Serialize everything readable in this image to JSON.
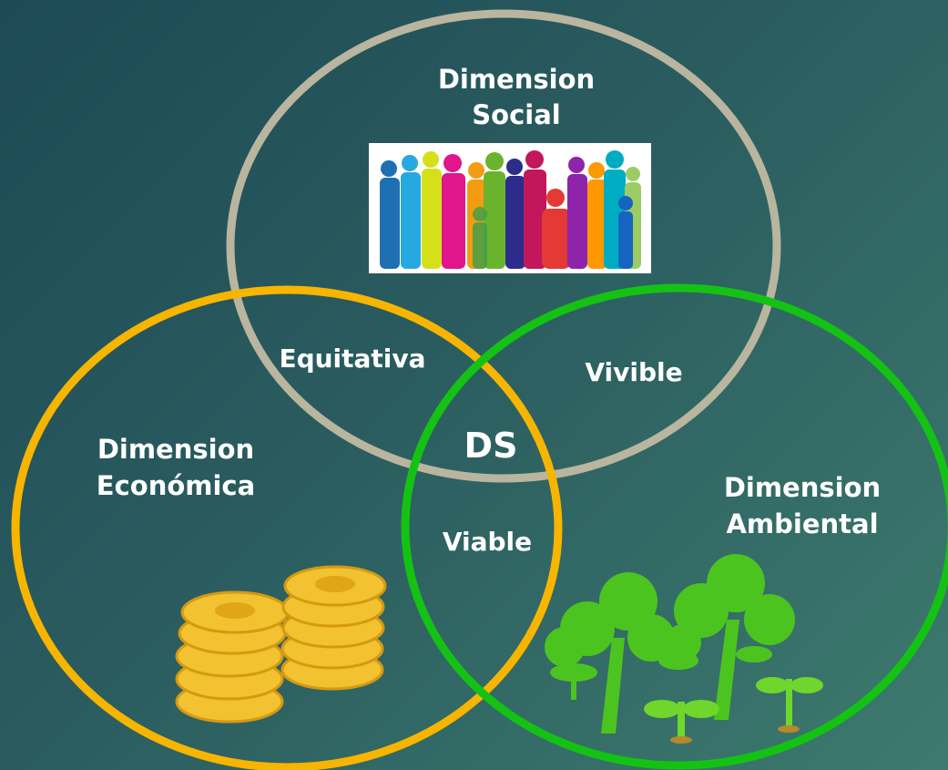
{
  "diagram": {
    "social": {
      "line1": "Dimension",
      "line2": "Social",
      "color": "#b9b59f"
    },
    "economica": {
      "line1": "Dimension",
      "line2": "Económica",
      "color": "#f7b500"
    },
    "ambiental": {
      "line1": "Dimension",
      "line2": "Ambiental",
      "color": "#14c214"
    },
    "equitativa": "Equitativa",
    "vivible": "Vivible",
    "viable": "Viable",
    "center": "DS"
  },
  "icons": {
    "people": "people-silhouettes-icon",
    "coins": "gold-coins-icon",
    "trees": "trees-icon"
  }
}
